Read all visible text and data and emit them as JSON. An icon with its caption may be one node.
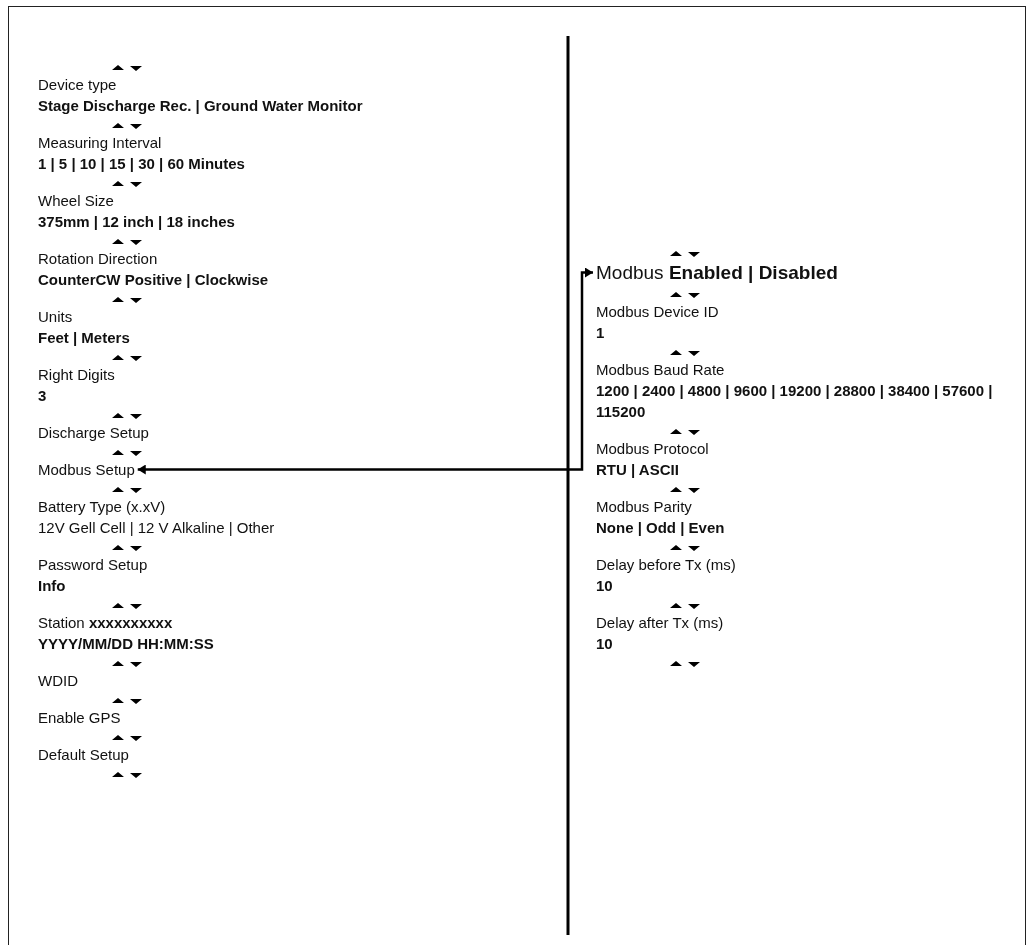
{
  "diagram": {
    "nodes": [
      {
        "text": [
          "Modbus Setup"
        ]
      },
      {
        "text": [
          "Modbus **Enabled | Disabled**"
        ]
      }
    ],
    "edges": [
      {
        "from": 0,
        "to": 1,
        "arrow": "both"
      }
    ],
    "labels": [
      "Device type",
      "Stage Discharge Rec. | Ground Water Monitor",
      "Measuring Interval",
      "1 | 5 | 10 | 15 | 30 | 60 Minutes",
      "Wheel Size",
      "375mm | 12 inch | 18 inches",
      "Rotation Direction",
      "CounterCW Positive | Clockwise",
      "Units",
      "Feet | Meters",
      "Right Digits",
      "3",
      "Discharge Setup",
      "Battery Type (x.xV)",
      "12V Gell Cell | 12 V Alkaline | Other",
      "Password Setup",
      "Info",
      "Station **xxxxxxxxxx**",
      "YYYY/MM/DD HH:MM:SS",
      "WDID",
      "Enable GPS",
      "Default Setup",
      "Modbus Device ID",
      "1",
      "Modbus Baud Rate",
      "1200 | 2400 | 4800 | 9600 | 19200 | 28800 | 38400 | 57600 | 115200",
      "Modbus Protocol",
      "RTU | ASCII",
      "Modbus Parity",
      "None | Odd | Even",
      "Delay before Tx (ms)",
      "10",
      "Delay after Tx (ms)",
      "10"
    ]
  }
}
